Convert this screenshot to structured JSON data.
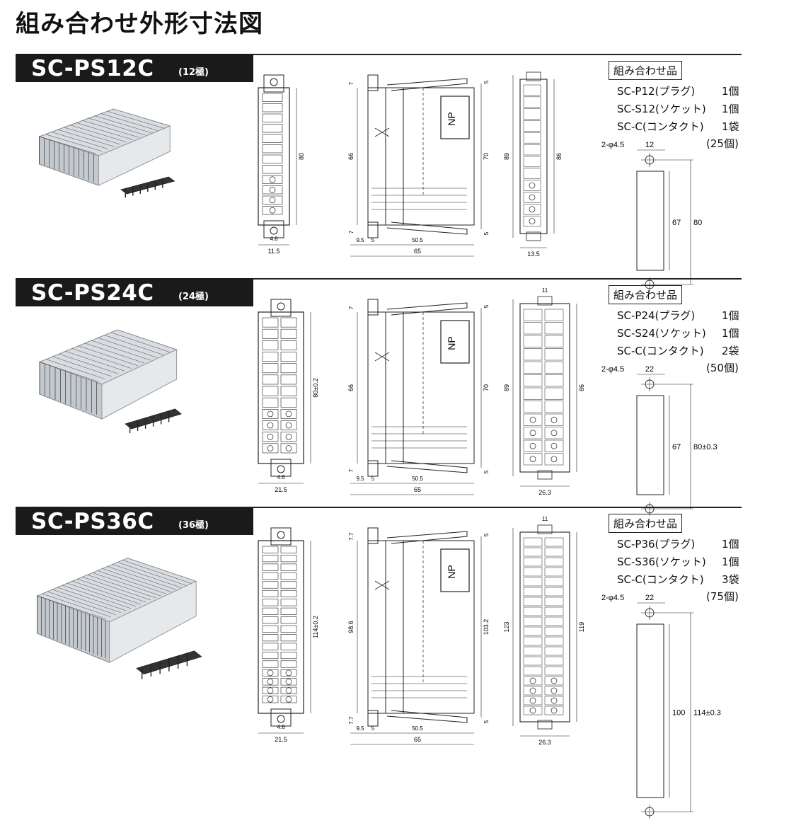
{
  "page_title": "組み合わせ外形寸法図",
  "sections": [
    {
      "model": "SC-PS12C",
      "poles": "(12極)",
      "combo_title": "組み合わせ品",
      "items": [
        {
          "name": "SC-P12(プラグ)",
          "qty": "1個"
        },
        {
          "name": "SC-S12(ソケット)",
          "qty": "1個"
        },
        {
          "name": "SC-C(コンタクト)",
          "qty": "1袋"
        }
      ],
      "note": "(25個)",
      "dims": {
        "front_height": "80",
        "front_width": "11.5",
        "pin_pitch": "4.6",
        "side_height": "66",
        "side_top": "7",
        "side_bottom": "7",
        "side_right": "70",
        "side_right_top": "5",
        "side_right_bottom": "5",
        "side_w1": "9.5",
        "side_w2": "5",
        "side_w3": "50.5",
        "side_total": "65",
        "np_label": "NP",
        "rear_height": "89",
        "rear_inner": "86",
        "rear_width": "13.5",
        "rear_top": "",
        "mount_holes": "2-φ4.5",
        "mount_pitch": "12",
        "mount_inner": "67",
        "mount_outer": "80"
      }
    },
    {
      "model": "SC-PS24C",
      "poles": "(24極)",
      "combo_title": "組み合わせ品",
      "items": [
        {
          "name": "SC-P24(プラグ)",
          "qty": "1個"
        },
        {
          "name": "SC-S24(ソケット)",
          "qty": "1個"
        },
        {
          "name": "SC-C(コンタクト)",
          "qty": "2袋"
        }
      ],
      "note": "(50個)",
      "dims": {
        "front_height": "80±0.2",
        "front_width": "21.5",
        "pin_pitch": "4.6",
        "side_height": "66",
        "side_top": "7",
        "side_bottom": "7",
        "side_right": "70",
        "side_right_top": "5",
        "side_right_bottom": "5",
        "side_w1": "9.5",
        "side_w2": "5",
        "side_w3": "50.5",
        "side_total": "65",
        "np_label": "NP",
        "rear_height": "89",
        "rear_inner": "86",
        "rear_width": "26.3",
        "rear_top": "11",
        "mount_holes": "2-φ4.5",
        "mount_pitch": "22",
        "mount_inner": "67",
        "mount_outer": "80±0.3"
      }
    },
    {
      "model": "SC-PS36C",
      "poles": "(36極)",
      "combo_title": "組み合わせ品",
      "items": [
        {
          "name": "SC-P36(プラグ)",
          "qty": "1個"
        },
        {
          "name": "SC-S36(ソケット)",
          "qty": "1個"
        },
        {
          "name": "SC-C(コンタクト)",
          "qty": "3袋"
        }
      ],
      "note": "(75個)",
      "dims": {
        "front_height": "114±0.2",
        "front_width": "21.5",
        "pin_pitch": "4.6",
        "side_height": "98.6",
        "side_top": "7.7",
        "side_bottom": "7.7",
        "side_right": "103.2",
        "side_right_top": "5",
        "side_right_bottom": "5",
        "side_w1": "9.5",
        "side_w2": "5",
        "side_w3": "50.5",
        "side_total": "65",
        "np_label": "NP",
        "rear_height": "123",
        "rear_inner": "119",
        "rear_width": "26.3",
        "rear_top": "11",
        "mount_holes": "2-φ4.5",
        "mount_pitch": "22",
        "mount_inner": "100",
        "mount_outer": "114±0.3"
      }
    }
  ]
}
